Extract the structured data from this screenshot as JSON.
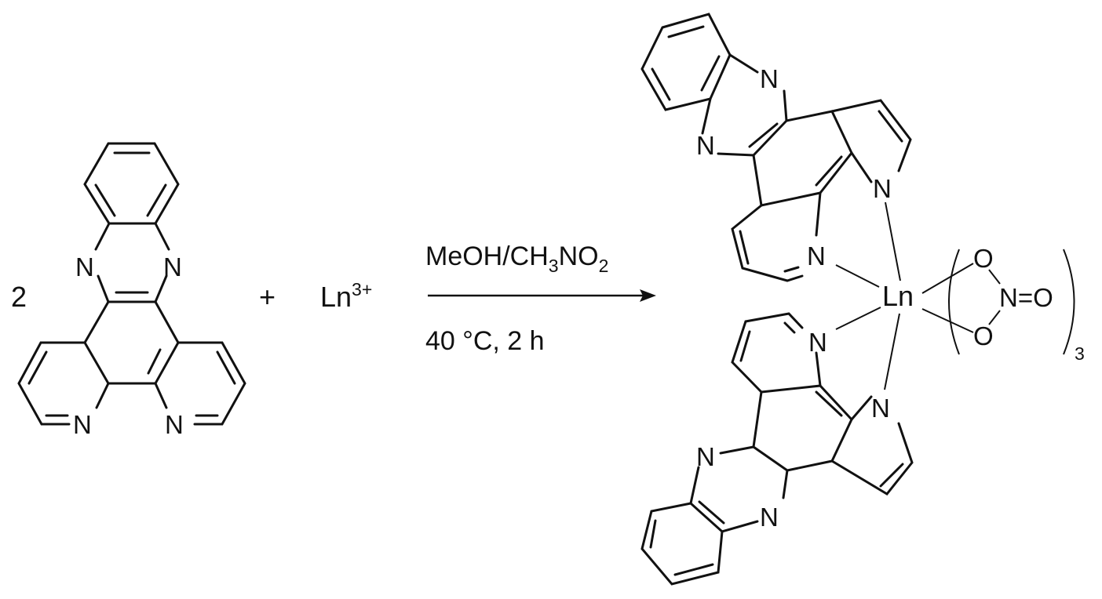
{
  "reactant": {
    "coefficient": "2",
    "atoms": [
      "N",
      "N",
      "N",
      "N"
    ]
  },
  "plus": "+",
  "metal_ion": {
    "symbol": "Ln",
    "charge": "3+"
  },
  "conditions": {
    "solvent_parts": [
      "MeOH/CH",
      "3",
      "NO",
      "2"
    ],
    "temp_time": "40 °C, 2 h"
  },
  "product": {
    "metal": "Ln",
    "ligand_atoms": [
      "N",
      "N",
      "N",
      "N",
      "N",
      "N",
      "N",
      "N"
    ],
    "nitrate_atoms": [
      "O",
      "O",
      "N",
      "=O"
    ],
    "nitrate_count": "3"
  },
  "colors": {
    "ink": "#111111",
    "background": "#ffffff"
  }
}
